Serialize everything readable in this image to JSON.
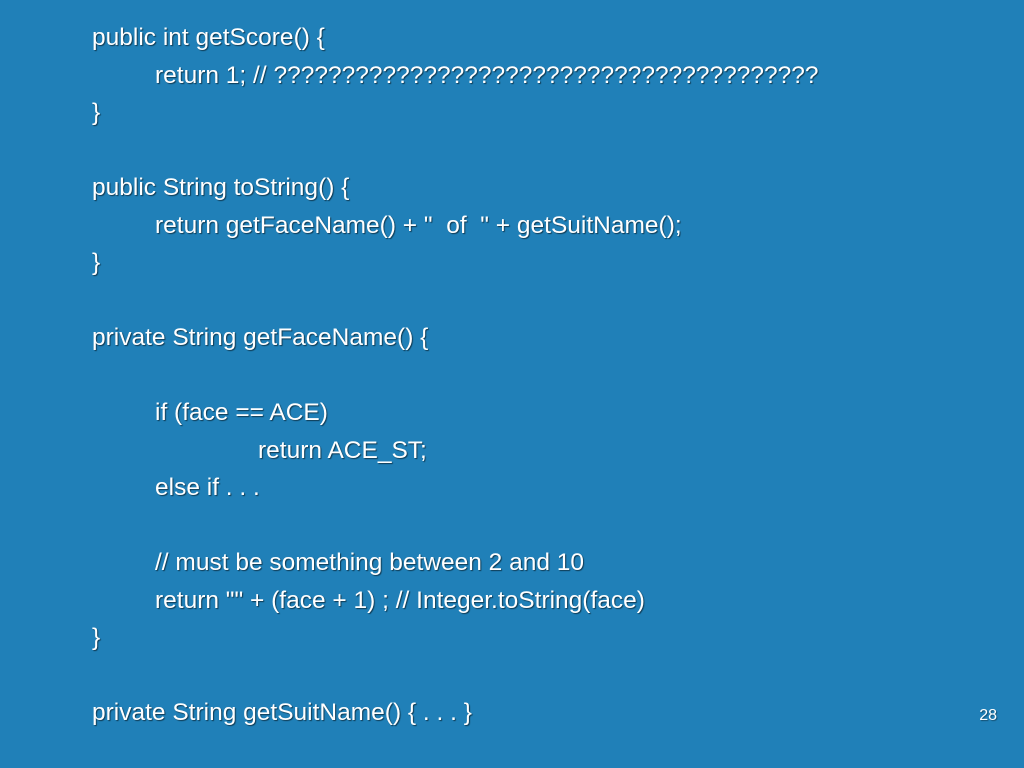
{
  "slide": {
    "background_color": "#2080b8",
    "text_color": "#ffffff",
    "number": "28",
    "code_lines": [
      "public int getScore() {",
      "return 1; // ????????????????????????????????????????",
      "}",
      "",
      "public String toString() {",
      "return getFaceName() + \"  of  \" + getSuitName();",
      "}",
      "",
      "private String getFaceName() {",
      "",
      "if (face == ACE)",
      "return ACE_ST;",
      "else if . . .",
      "",
      "// must be something between 2 and 10",
      "return \"\" + (face + 1) ; // Integer.toString(face)",
      "}",
      "",
      "private String getSuitName() { . . . }"
    ]
  }
}
